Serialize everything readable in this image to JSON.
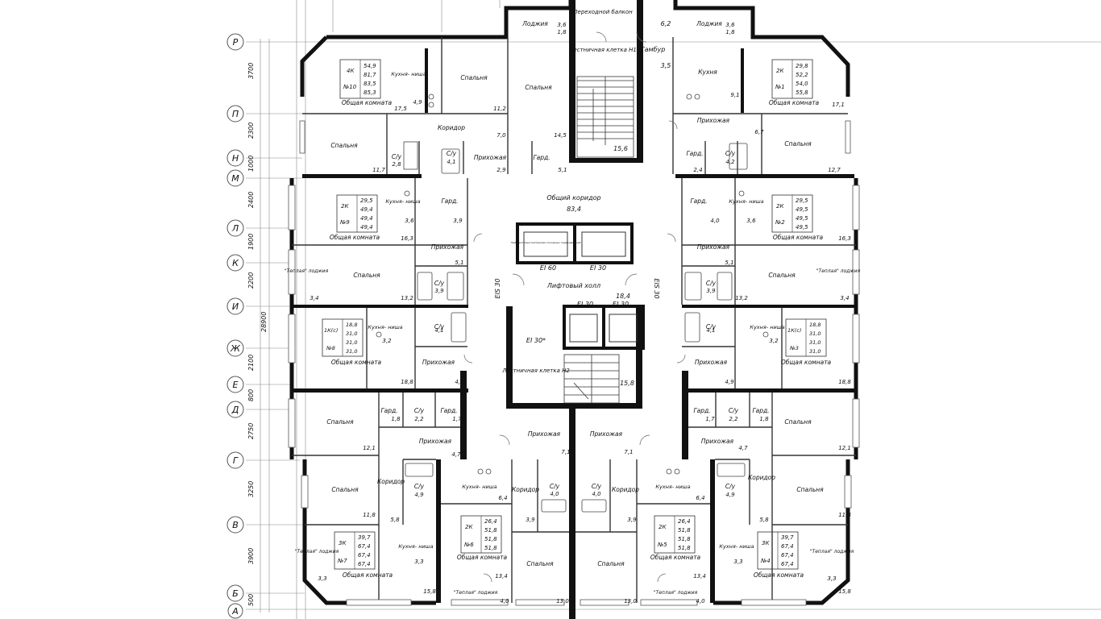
{
  "axes": {
    "rows": [
      "Р",
      "П",
      "Н",
      "М",
      "Л",
      "К",
      "И",
      "Ж",
      "Е",
      "Д",
      "Г",
      "В",
      "Б",
      "А"
    ],
    "dims": [
      "3700",
      "2300",
      "1000",
      "2400",
      "1900",
      "2200",
      "2100",
      "800",
      "2750",
      "3250",
      "3900",
      "500"
    ],
    "total": "28900"
  },
  "texts": {
    "perehod_balkon": "Переходной балкон",
    "tambur": "Тамбур",
    "stair_n1": "Лестничная клетка Н1",
    "stair_n2": "Лестничная клетка Н2",
    "common_corr": "Общий коридор",
    "common_corr_area": "83,4",
    "lift_hall": "Лифтовый холл",
    "lift_hall_area": "18,4",
    "stair_n1_area": "15,6",
    "stair_n2_area": "15,8",
    "pozharn": "Лифт для транспортировки пожарных подразделений",
    "ei60": "EI 60",
    "ei30": "EI 30",
    "ei30s": "EI 30*",
    "eis30": "EIS 30",
    "dim_6_2": "6,2",
    "dim_3_5": "3,5",
    "loggia": "Лоджия",
    "teplaya_loggia": "\"Теплая\" лоджия",
    "spalnya": "Спальня",
    "kuhnya": "Кухня",
    "kuhnya_nisha": "Кухня- ниша",
    "koridor": "Коридор",
    "prihozhaya": "Прихожая",
    "gard": "Гард.",
    "su": "С/у",
    "obsh_komnata": "Общая комната"
  },
  "apartments": [
    {
      "id": "Kv10",
      "type": "4К",
      "num": "№10",
      "areas": [
        "54,9",
        "81,7",
        "83,5",
        "85,3"
      ]
    },
    {
      "id": "Kv1",
      "type": "2К",
      "num": "№1",
      "areas": [
        "29,8",
        "52,2",
        "54,0",
        "55,8"
      ]
    },
    {
      "id": "Kv9",
      "type": "2К",
      "num": "№9",
      "areas": [
        "29,5",
        "49,4",
        "49,4",
        "49,4"
      ]
    },
    {
      "id": "Kv2",
      "type": "2К",
      "num": "№2",
      "areas": [
        "29,5",
        "49,5",
        "49,5",
        "49,5"
      ]
    },
    {
      "id": "Kv8",
      "type": "1К(с)",
      "num": "№8",
      "areas": [
        "18,8",
        "31,0",
        "31,0",
        "31,0"
      ]
    },
    {
      "id": "Kv3",
      "type": "1К(с)",
      "num": "№3",
      "areas": [
        "18,8",
        "31,0",
        "31,0",
        "31,0"
      ]
    },
    {
      "id": "Kv7",
      "type": "3К",
      "num": "№7",
      "areas": [
        "39,7",
        "67,4",
        "67,4",
        "67,4"
      ]
    },
    {
      "id": "Kv6",
      "type": "2К",
      "num": "№6",
      "areas": [
        "26,4",
        "51,8",
        "51,8",
        "51,8"
      ]
    },
    {
      "id": "Kv5",
      "type": "2К",
      "num": "№5",
      "areas": [
        "26,4",
        "51,8",
        "51,8",
        "51,8"
      ]
    },
    {
      "id": "Kv4",
      "type": "3К",
      "num": "№4",
      "areas": [
        "39,7",
        "67,4",
        "67,4",
        "67,4"
      ]
    }
  ],
  "room_areas": {
    "a_17_5": "17,5",
    "a_4_9": "4,9",
    "a_11_2": "11,2",
    "a_14_5": "14,5",
    "a_7_0": "7,0",
    "a_11_7": "11,7",
    "a_2_8": "2,8",
    "a_4_1": "4,1",
    "a_2_9": "2,9",
    "a_5_1": "5,1",
    "a_3_6": "3,6",
    "a_1_8": "1,8",
    "a_9_1": "9,1",
    "a_17_1": "17,1",
    "a_6_7": "6,7",
    "a_2_4": "2,4",
    "a_4_2": "4,2",
    "a_12_7": "12,7",
    "a_3_9": "3,9",
    "a_16_3": "16,3",
    "a_4_0": "4,0",
    "a_13_2": "13,2",
    "a_3_4": "3,4",
    "a_3_2": "3,2",
    "a_18_8": "18,8",
    "a_12_1": "12,1",
    "a_2_2": "2,2",
    "a_1_7": "1,7",
    "a_4_7": "4,7",
    "a_11_8": "11,8",
    "a_5_8": "5,8",
    "a_3_3": "3,3",
    "a_15_8": "15,8",
    "a_6_4": "6,4",
    "a_13_4": "13,4",
    "a_13_0": "13,0",
    "a_7_1": "7,1"
  }
}
